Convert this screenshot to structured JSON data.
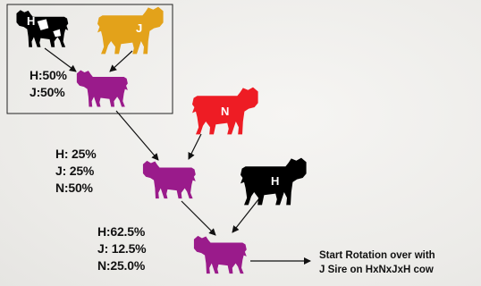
{
  "colors": {
    "background": "#efeeec",
    "holstein": "#000000",
    "jersey": "#e3a21a",
    "norwegian_red": "#ee1c24",
    "crossbred": "#9a1b8b"
  },
  "animals": {
    "sire_h_top": {
      "icon": "cow-icon",
      "letter": "H"
    },
    "sire_j_top": {
      "icon": "cow-icon",
      "letter": "J"
    },
    "sire_n": {
      "icon": "cow-icon",
      "letter": "N"
    },
    "sire_h_bottom": {
      "icon": "cow-icon",
      "letter": "H"
    },
    "cow_gen1": {
      "icon": "cow-icon",
      "letter": ""
    },
    "cow_gen2": {
      "icon": "cow-icon",
      "letter": ""
    },
    "cow_gen3": {
      "icon": "cow-icon",
      "letter": ""
    }
  },
  "gen1": {
    "h": "H:50%",
    "j": "J:50%"
  },
  "gen2": {
    "h": "H: 25%",
    "j": "J:  25%",
    "n": "N:50%"
  },
  "gen3": {
    "h": "H:62.5%",
    "j": "J:  12.5%",
    "n": "N:25.0%"
  },
  "note": {
    "line1": "Start Rotation over with",
    "line2": "J Sire on HxNxJxH cow"
  }
}
